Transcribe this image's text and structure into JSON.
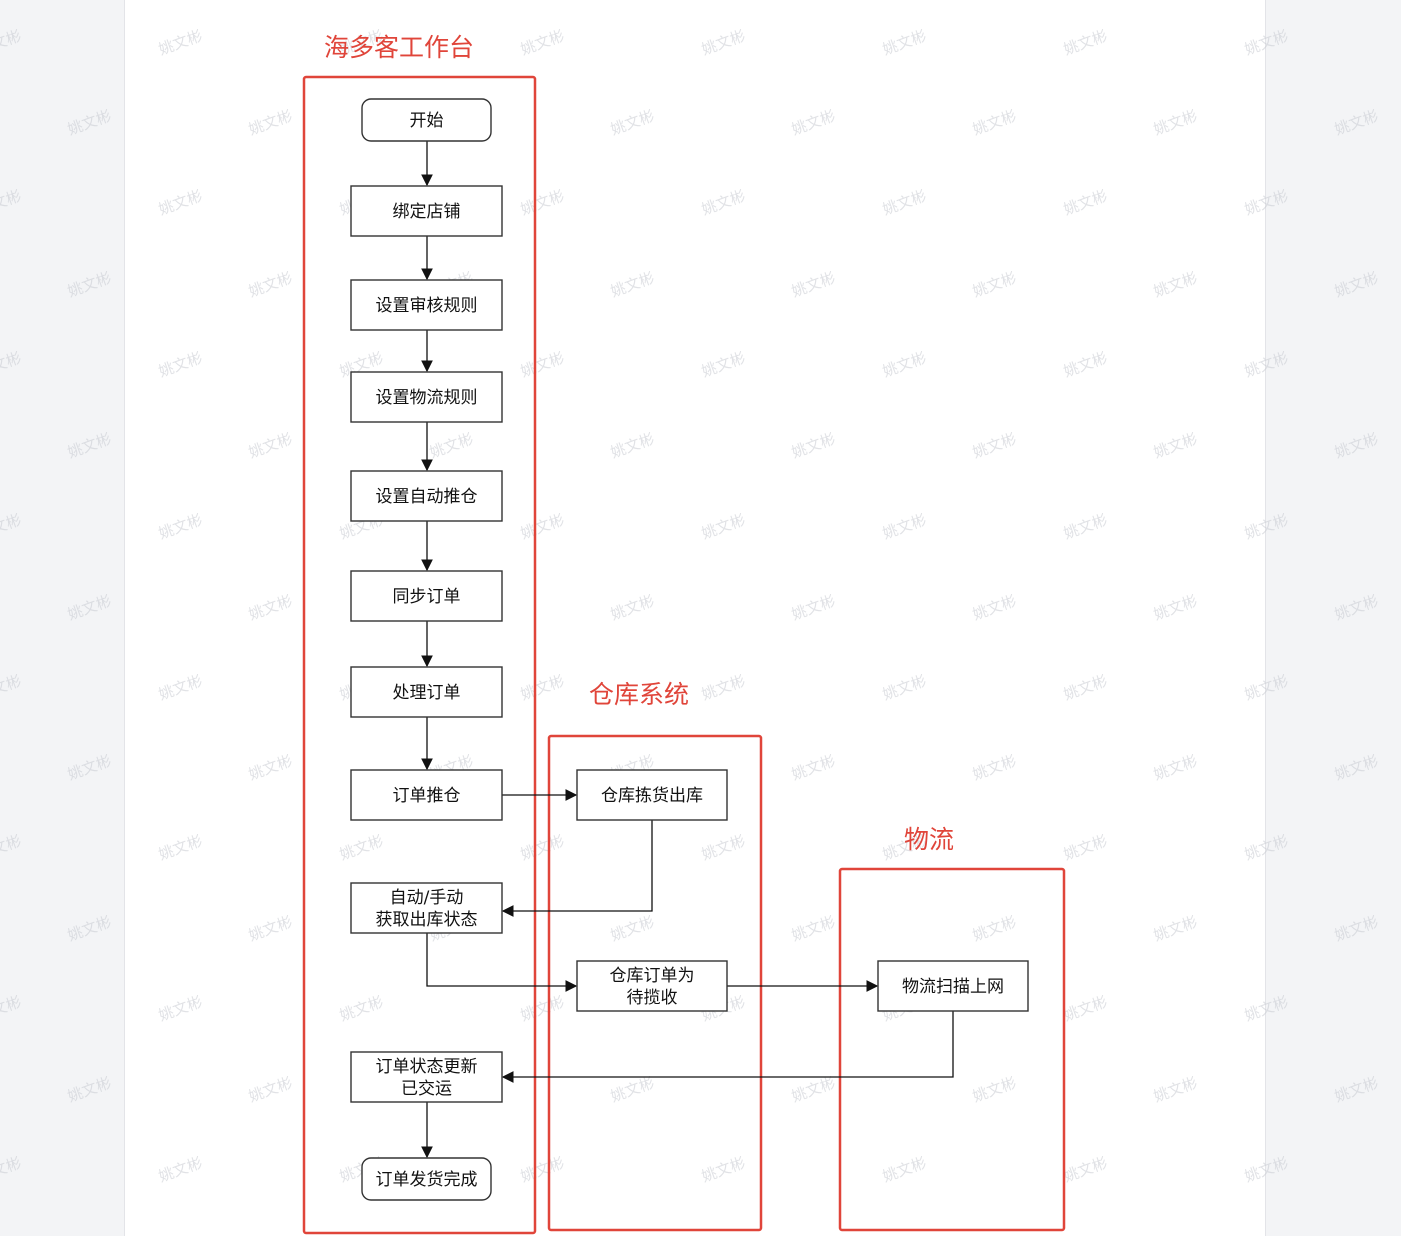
{
  "watermark": "姚文彬",
  "lanes": [
    {
      "id": "pdd",
      "title": "海多客工作台"
    },
    {
      "id": "wms",
      "title": "仓库系统"
    },
    {
      "id": "tms",
      "title": "物流"
    }
  ],
  "nodes": [
    {
      "id": "start",
      "lines": [
        "开始"
      ],
      "shape": "rounded"
    },
    {
      "id": "bind",
      "lines": [
        "绑定店铺"
      ],
      "shape": "rect"
    },
    {
      "id": "audit",
      "lines": [
        "设置审核规则"
      ],
      "shape": "rect"
    },
    {
      "id": "logi",
      "lines": [
        "设置物流规则"
      ],
      "shape": "rect"
    },
    {
      "id": "autopush",
      "lines": [
        "设置自动推仓"
      ],
      "shape": "rect"
    },
    {
      "id": "sync",
      "lines": [
        "同步订单"
      ],
      "shape": "rect"
    },
    {
      "id": "handle",
      "lines": [
        "处理订单"
      ],
      "shape": "rect"
    },
    {
      "id": "push",
      "lines": [
        "订单推仓"
      ],
      "shape": "rect"
    },
    {
      "id": "pick",
      "lines": [
        "仓库拣货出库"
      ],
      "shape": "rect"
    },
    {
      "id": "getstatus",
      "lines": [
        "自动/手动",
        "获取出库状态"
      ],
      "shape": "rect"
    },
    {
      "id": "await",
      "lines": [
        "仓库订单为",
        "待揽收"
      ],
      "shape": "rect"
    },
    {
      "id": "scan",
      "lines": [
        "物流扫描上网"
      ],
      "shape": "rect"
    },
    {
      "id": "update",
      "lines": [
        "订单状态更新",
        "已交运"
      ],
      "shape": "rect"
    },
    {
      "id": "done",
      "lines": [
        "订单发货完成"
      ],
      "shape": "rounded"
    }
  ],
  "edges": [
    {
      "from": "start",
      "to": "bind"
    },
    {
      "from": "bind",
      "to": "audit"
    },
    {
      "from": "audit",
      "to": "logi"
    },
    {
      "from": "logi",
      "to": "autopush"
    },
    {
      "from": "autopush",
      "to": "sync"
    },
    {
      "from": "sync",
      "to": "handle"
    },
    {
      "from": "handle",
      "to": "push"
    },
    {
      "from": "push",
      "to": "pick"
    },
    {
      "from": "pick",
      "to": "getstatus"
    },
    {
      "from": "getstatus",
      "to": "await"
    },
    {
      "from": "await",
      "to": "scan"
    },
    {
      "from": "scan",
      "to": "update"
    },
    {
      "from": "update",
      "to": "done"
    }
  ],
  "colors": {
    "lane": "#e0453a",
    "stroke": "#333333",
    "edge": "#111111"
  }
}
